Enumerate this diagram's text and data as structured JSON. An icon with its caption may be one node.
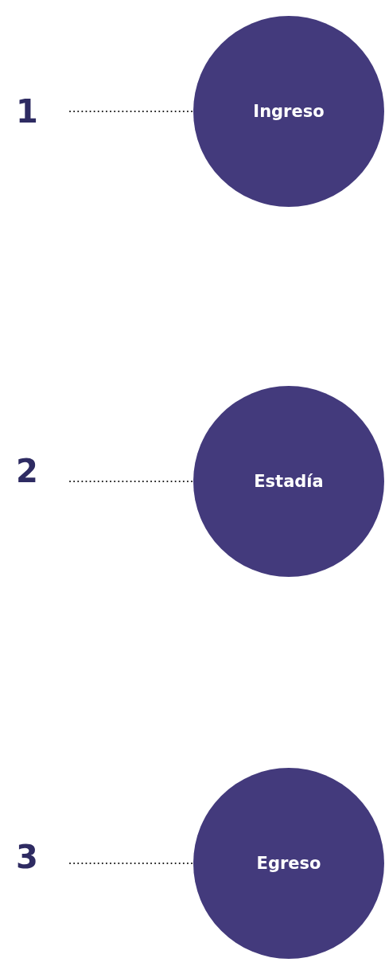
{
  "diagram": {
    "nodes": [
      {
        "text": [
          "1"
        ]
      },
      {
        "text": [
          "Ingreso"
        ]
      },
      {
        "text": [
          "2"
        ]
      },
      {
        "text": [
          "Estadía"
        ]
      },
      {
        "text": [
          "3"
        ]
      },
      {
        "text": [
          "Egreso"
        ]
      }
    ],
    "edges": [
      {
        "from": 0,
        "to": 1,
        "arrow": "none",
        "style": "dashed"
      },
      {
        "from": 2,
        "to": 3,
        "arrow": "none",
        "style": "dashed"
      },
      {
        "from": 4,
        "to": 5,
        "arrow": "none",
        "style": "dashed"
      }
    ]
  }
}
